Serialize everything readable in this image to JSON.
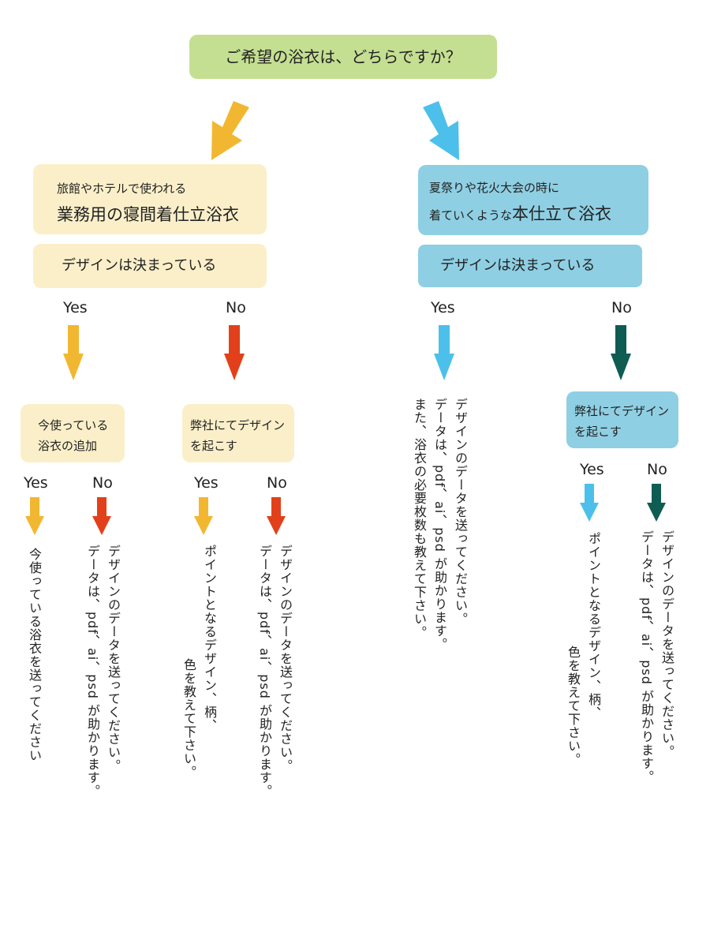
{
  "question": "ご希望の浴衣は、どちらですか？",
  "left": {
    "card_line1": "旅館やホテルで使われる",
    "card_line2": "業務用の寝間着仕立浴衣",
    "design_q": "デザインは決まっている",
    "yes": "Yes",
    "no": "No",
    "yes_box_line1": "今使っている",
    "yes_box_line2": "浴衣の追加",
    "no_box_line1": "弊社にてデザイン",
    "no_box_line2": "を起こす",
    "yy_label": "Yes",
    "yn_label": "No",
    "ny_label": "Yes",
    "nn_label": "No",
    "yy_text": "今使っている浴衣を送ってください",
    "yn_text1": "デザインのデータを送ってください。",
    "yn_text2": "データは、pdf、ai、psd が助かります。",
    "ny_text1": "ポイントとなるデザイン、柄、",
    "ny_text2": "色を教えて下さい。",
    "nn_text1": "デザインのデータを送ってください。",
    "nn_text2": "データは、pdf、ai、psd が助かります。"
  },
  "right": {
    "card_line1": "夏祭りや花火大会の時に",
    "card_line2a": "着ていくような",
    "card_line2b": "本仕立て浴衣",
    "design_q": "デザインは決まっている",
    "yes": "Yes",
    "no": "No",
    "yes_text1": "デザインのデータを送ってください。",
    "yes_text2": "データは、pdf、ai、psd が助かります。",
    "yes_text3": "また、浴衣の必要枚数も教えて下さい。",
    "no_box_line1": "弊社にてデザイン",
    "no_box_line2": "を起こす",
    "ny_label": "Yes",
    "nn_label": "No",
    "ny_text1": "ポイントとなるデザイン、柄、",
    "ny_text2": "色を教えて下さい。",
    "nn_text1": "デザインのデータを送ってください。",
    "nn_text2": "データは、pdf、ai、psd が助かります。"
  },
  "colors": {
    "green": "#c5df92",
    "cream": "#fbefc9",
    "light_blue_box": "#8fcfe3",
    "orange_arrow": "#f2b731",
    "red_arrow": "#e2401b",
    "sky_arrow": "#4cc0ea",
    "teal_arrow": "#0f5c53"
  }
}
